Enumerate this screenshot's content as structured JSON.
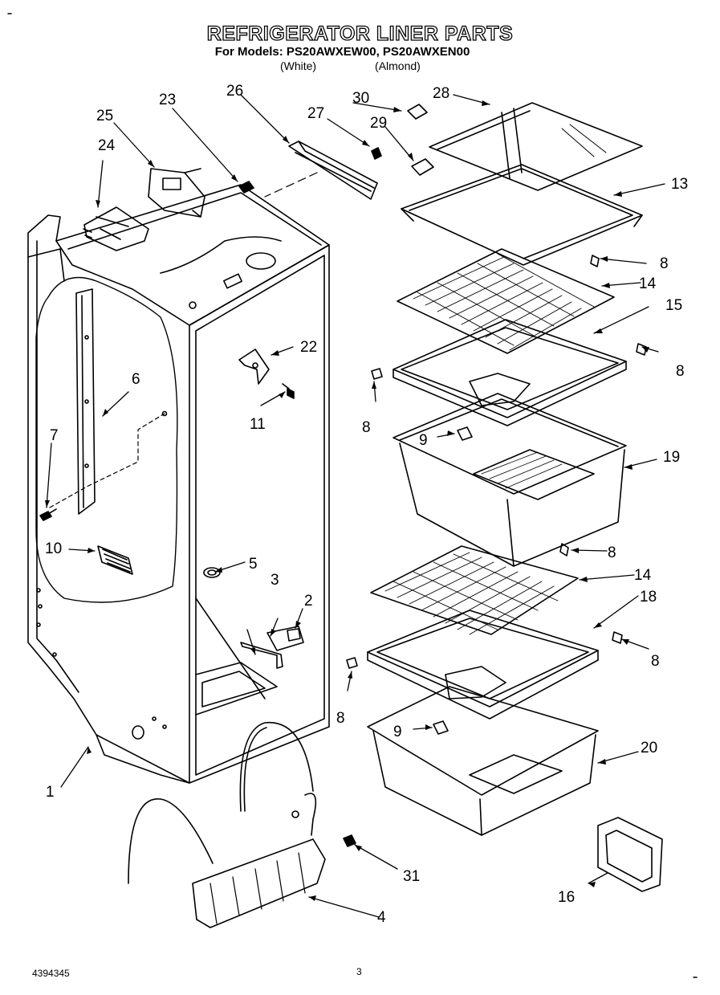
{
  "header": {
    "title": "REFRIGERATOR LINER PARTS",
    "models_line": "For Models: PS20AWXEW00, PS20AWXEN00",
    "variant_white": "(White)",
    "variant_almond": "(Almond)"
  },
  "callouts": {
    "c1": "1",
    "c2": "2",
    "c3": "3",
    "c4": "4",
    "c5": "5",
    "c6": "6",
    "c7": "7",
    "c8a": "8",
    "c8b": "8",
    "c8c": "8",
    "c8d": "8",
    "c8e": "8",
    "c8f": "8",
    "c9a": "9",
    "c9b": "9",
    "c10": "10",
    "c11": "11",
    "c13": "13",
    "c14a": "14",
    "c14b": "14",
    "c15": "15",
    "c16": "16",
    "c18": "18",
    "c19": "19",
    "c20": "20",
    "c22": "22",
    "c23": "23",
    "c24": "24",
    "c25": "25",
    "c26": "26",
    "c27": "27",
    "c28": "28",
    "c29": "29",
    "c30": "30",
    "c31": "31"
  },
  "footer": {
    "doc_number": "4394345",
    "page_number": "3"
  }
}
